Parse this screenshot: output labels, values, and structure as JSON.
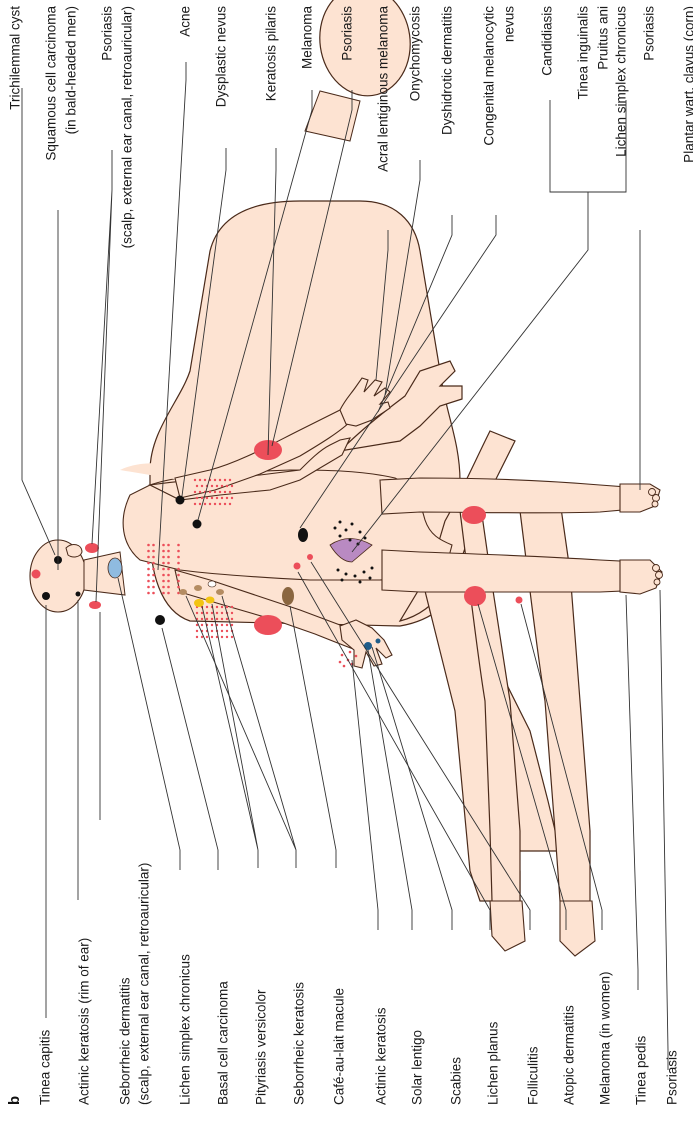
{
  "panel_letter": "b",
  "left_labels": [
    {
      "text": "Tinea capitis"
    },
    {
      "text": "Actinic keratosis (rim of ear)"
    },
    {
      "text": "Seborrheic dermatitis"
    },
    {
      "text": "(scalp, external ear canal, retroauricular)"
    },
    {
      "text": "Lichen simplex chronicus"
    },
    {
      "text": "Basal cell carcinoma"
    },
    {
      "text": "Pityriasis versicolor"
    },
    {
      "text": "Seborrheic keratosis"
    },
    {
      "text": "Café-au-lait macule"
    },
    {
      "text": "Actinic keratosis"
    },
    {
      "text": "Solar lentigo"
    },
    {
      "text": "Scabies"
    },
    {
      "text": "Lichen planus"
    },
    {
      "text": "Folliculitis"
    },
    {
      "text": "Atopic dermatitis"
    },
    {
      "text": "Melanoma (in women)"
    },
    {
      "text": "Tinea pedis"
    },
    {
      "text": "Psoriasis"
    }
  ],
  "right_labels": [
    {
      "text": "Trichilemmal cyst"
    },
    {
      "text": "Squamous cell carcinoma"
    },
    {
      "text": "(in bald-headed men)"
    },
    {
      "text": "Psoriasis"
    },
    {
      "text": "(scalp, external ear canal, retroauricular)"
    },
    {
      "text": "Acne"
    },
    {
      "text": "Dysplastic nevus"
    },
    {
      "text": "Keratosis pilaris"
    },
    {
      "text": "Melanoma"
    },
    {
      "text": "Psoriasis"
    },
    {
      "text": "Acral lentiginous melanoma"
    },
    {
      "text": "Onychomycosis"
    },
    {
      "text": "Dyshidrotic dermatitis"
    },
    {
      "text": "Congenital melanocytic"
    },
    {
      "text": "nevus"
    },
    {
      "text": "Candidiasis"
    },
    {
      "text": "Tinea inguinalis"
    },
    {
      "text": "Pruitus ani"
    },
    {
      "text": "Lichen simplex chronicus"
    },
    {
      "text": "Psoriasis"
    },
    {
      "text": "Plantar wart, clavus (corn)"
    }
  ],
  "colors": {
    "skin": "#fde3d2",
    "skin_outline": "#4a2a1a",
    "lesion_red": "#ec4e5a",
    "dark_spot": "#111111",
    "genital_purple": "#b98ac2",
    "blue_spot": "#8fbbe0",
    "dark_blue_spot": "#1f5d8a",
    "yellow_spot": "#f2c413",
    "tan_spot": "#b48c62",
    "brown_spot": "#8a6640"
  }
}
